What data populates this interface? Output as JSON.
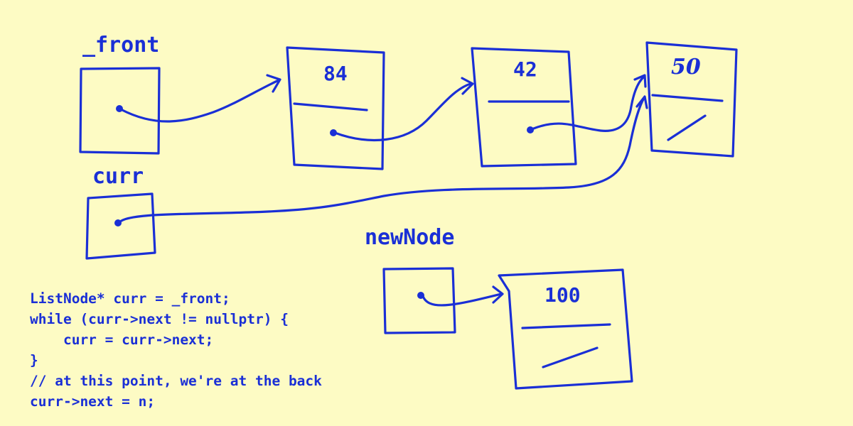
{
  "labels": {
    "front": "_front",
    "curr": "curr",
    "new_node": "newNode"
  },
  "nodes": [
    {
      "value": "84"
    },
    {
      "value": "42"
    },
    {
      "value": "50"
    },
    {
      "value": "100"
    }
  ],
  "code": [
    "ListNode* curr = _front;",
    "while (curr->next != nullptr) {",
    "    curr = curr->next;",
    "}",
    "// at this point, we're at the back",
    "curr->next = n;"
  ],
  "colors": {
    "background": "#fdfbc4",
    "ink": "#1a2fd6"
  }
}
